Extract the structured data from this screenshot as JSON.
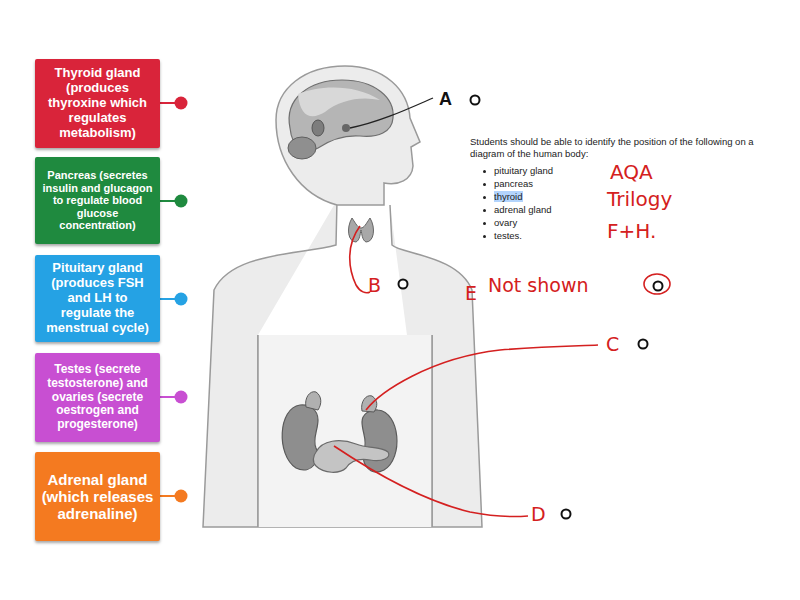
{
  "diagram": {
    "nodes": [
      {
        "text": [
          "Thyroid gland (produces thyroxine which regulates metabolism)"
        ]
      },
      {
        "text": [
          "Pancreas (secretes insulin and glucagon to regulate blood glucose concentration)"
        ]
      },
      {
        "text": [
          "Pituitary gland (produces FSH and LH to regulate the menstrual cycle)"
        ]
      },
      {
        "text": [
          "Testes (secrete testosterone) and ovaries (secrete oestrogen and progesterone)"
        ]
      },
      {
        "text": [
          "Adrenal gland (which releases adrenaline)"
        ]
      }
    ],
    "labels": [
      "A",
      "B",
      "C",
      "D",
      "E",
      "Not shown",
      "Students should be able to identify the position of the following on a diagram of the human body:",
      "pituitary gland",
      "pancreas",
      "thyroid",
      "adrenal gland",
      "ovary",
      "testes.",
      "AQA",
      "Trilogy",
      "F+H."
    ]
  }
}
